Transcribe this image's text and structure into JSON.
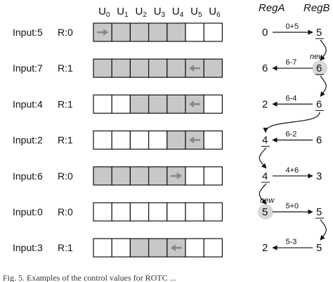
{
  "colors": {
    "shaded": "#c8c8c8",
    "empty": "#ffffff",
    "border": "#111111",
    "pointer": "#888888",
    "new_highlight": "#d8d8d8"
  },
  "unit_headers": [
    "U0",
    "U1",
    "U2",
    "U3",
    "U4",
    "U5",
    "U6"
  ],
  "reg_headers": {
    "a": "RegA",
    "b": "RegB"
  },
  "rows": [
    {
      "input": "Input:5",
      "r": "R:0",
      "shaded": [
        1,
        1,
        1,
        1,
        1,
        0,
        0
      ],
      "arrow_cell": 0,
      "arrow_dir": "right",
      "reg_a": "0",
      "reg_b": "5",
      "op": "0+5",
      "op_dir": "right",
      "new_at": null,
      "b_underline": true,
      "a_underline": false
    },
    {
      "input": "Input:7",
      "r": "R:1",
      "shaded": [
        1,
        1,
        1,
        1,
        1,
        1,
        1
      ],
      "arrow_cell": 5,
      "arrow_dir": "left",
      "reg_a": "6",
      "reg_b": "6",
      "op": "6-7",
      "op_dir": "left",
      "new_at": "b",
      "b_underline": true,
      "a_underline": false
    },
    {
      "input": "Input:4",
      "r": "R:1",
      "shaded": [
        0,
        0,
        1,
        1,
        1,
        1,
        0
      ],
      "arrow_cell": 5,
      "arrow_dir": "left",
      "reg_a": "2",
      "reg_b": "6",
      "op": "6-4",
      "op_dir": "left",
      "new_at": null,
      "b_underline": true,
      "a_underline": false
    },
    {
      "input": "Input:2",
      "r": "R:1",
      "shaded": [
        0,
        0,
        0,
        0,
        1,
        1,
        0
      ],
      "arrow_cell": 5,
      "arrow_dir": "left",
      "reg_a": "4",
      "reg_b": "6",
      "op": "6-2",
      "op_dir": "left",
      "new_at": null,
      "b_underline": false,
      "a_underline": true
    },
    {
      "input": "Input:6",
      "r": "R:0",
      "shaded": [
        1,
        1,
        1,
        1,
        1,
        0,
        0
      ],
      "arrow_cell": 4,
      "arrow_dir": "right",
      "reg_a": "4",
      "reg_b": "3",
      "op": "4+6",
      "op_dir": "right",
      "new_at": null,
      "b_underline": false,
      "a_underline": true
    },
    {
      "input": "Input:0",
      "r": "R:0",
      "shaded": [
        0,
        0,
        0,
        0,
        0,
        0,
        0
      ],
      "arrow_cell": null,
      "arrow_dir": null,
      "reg_a": "5",
      "reg_b": "5",
      "op": "5+0",
      "op_dir": "right",
      "new_at": "a",
      "b_underline": true,
      "a_underline": false
    },
    {
      "input": "Input:3",
      "r": "R:1",
      "shaded": [
        0,
        0,
        1,
        1,
        1,
        0,
        0
      ],
      "arrow_cell": 4,
      "arrow_dir": "left",
      "reg_a": "2",
      "reg_b": "5",
      "op": "5-3",
      "op_dir": "left",
      "new_at": null,
      "b_underline": false,
      "a_underline": false
    }
  ],
  "new_label": "new",
  "caption": "Fig. 5.   Examples of the control values for ROTC ..."
}
